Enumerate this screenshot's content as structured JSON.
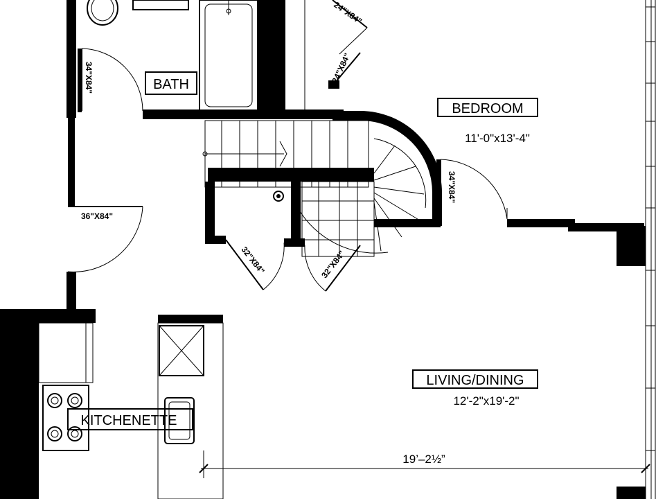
{
  "rooms": {
    "bedroom": {
      "name": "BEDROOM",
      "size": "11'-0\"x13'-4\""
    },
    "bath": {
      "name": "BATH"
    },
    "living": {
      "name": "LIVING/DINING",
      "size": "12'-2\"x19'-2\""
    },
    "kitchen": {
      "name": "KITCHENETTE"
    }
  },
  "doors": {
    "bath_door": "34\"X84\"",
    "entry_door": "36\"X84\"",
    "closet_top_a": "24\"X84\"",
    "closet_top_b": "24\"X84\"",
    "bedroom_door": "34\"X84\"",
    "closet_door_a": "32\"X84\"",
    "closet_door_b": "32\"X84\""
  },
  "dimensions": {
    "overall": "19’–2½”"
  }
}
